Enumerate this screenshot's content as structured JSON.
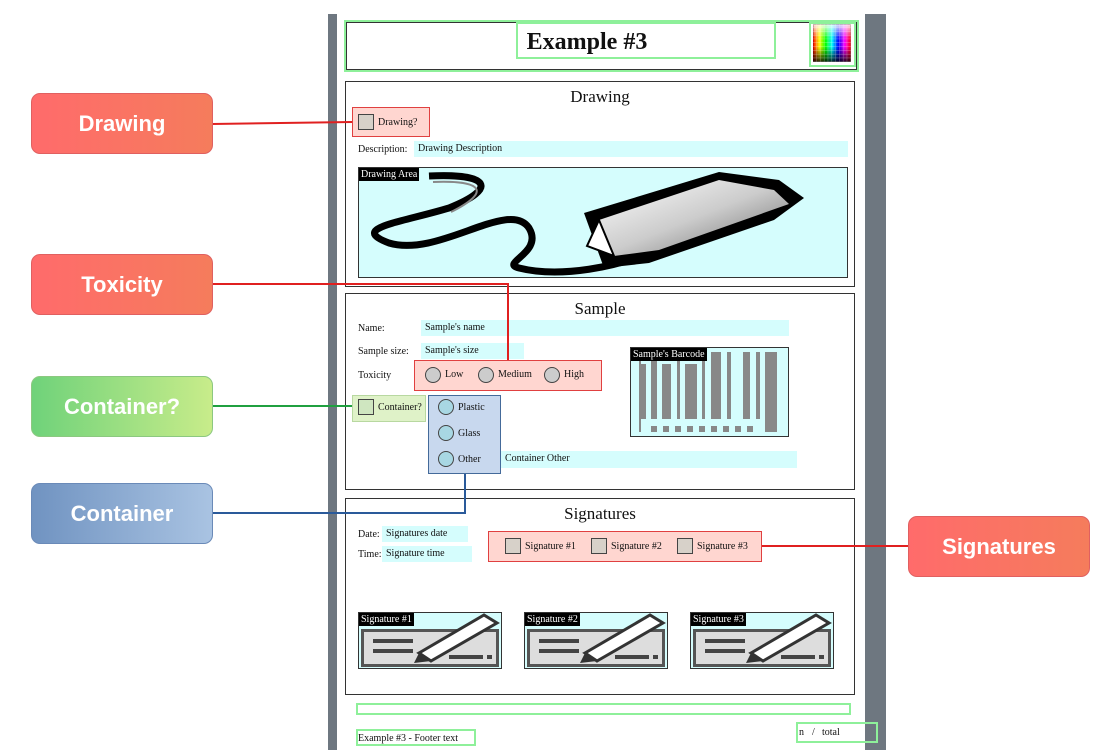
{
  "header": {
    "title": "Example #3"
  },
  "callouts": {
    "drawing": "Drawing",
    "toxicity": "Toxicity",
    "container_q": "Container?",
    "container": "Container",
    "signatures": "Signatures"
  },
  "drawing": {
    "title": "Drawing",
    "checkbox_label": "Drawing?",
    "description_label": "Description:",
    "description_value": "Drawing Description",
    "area_label": "Drawing Area"
  },
  "sample": {
    "title": "Sample",
    "name_label": "Name:",
    "name_value": "Sample's name",
    "size_label": "Sample size:",
    "size_value": "Sample's size",
    "toxicity_label": "Toxicity",
    "toxicity_options": [
      "Low",
      "Medium",
      "High"
    ],
    "barcode_label": "Sample's Barcode",
    "container_label": "Container?",
    "container_options": [
      "Plastic",
      "Glass",
      "Other"
    ],
    "container_other_value": "Container Other"
  },
  "signatures": {
    "title": "Signatures",
    "date_label": "Date:",
    "date_value": "Signatures date",
    "time_label": "Time:",
    "time_value": "Signature time",
    "checkboxes": [
      "Signature #1",
      "Signature #2",
      "Signature #3"
    ],
    "boxes": [
      "Signature #1",
      "Signature #2",
      "Signature #3"
    ]
  },
  "footer": {
    "text": "Example #3 - Footer text",
    "page_n": "n",
    "page_sep": "/",
    "page_total": "total"
  },
  "colors": {
    "field_bg": "#d5fdfd",
    "callout_red": "#ff6b6b",
    "callout_green": "#7fd683",
    "callout_blue": "#7b9bc8",
    "highlight_green": "#9ef0a8"
  }
}
